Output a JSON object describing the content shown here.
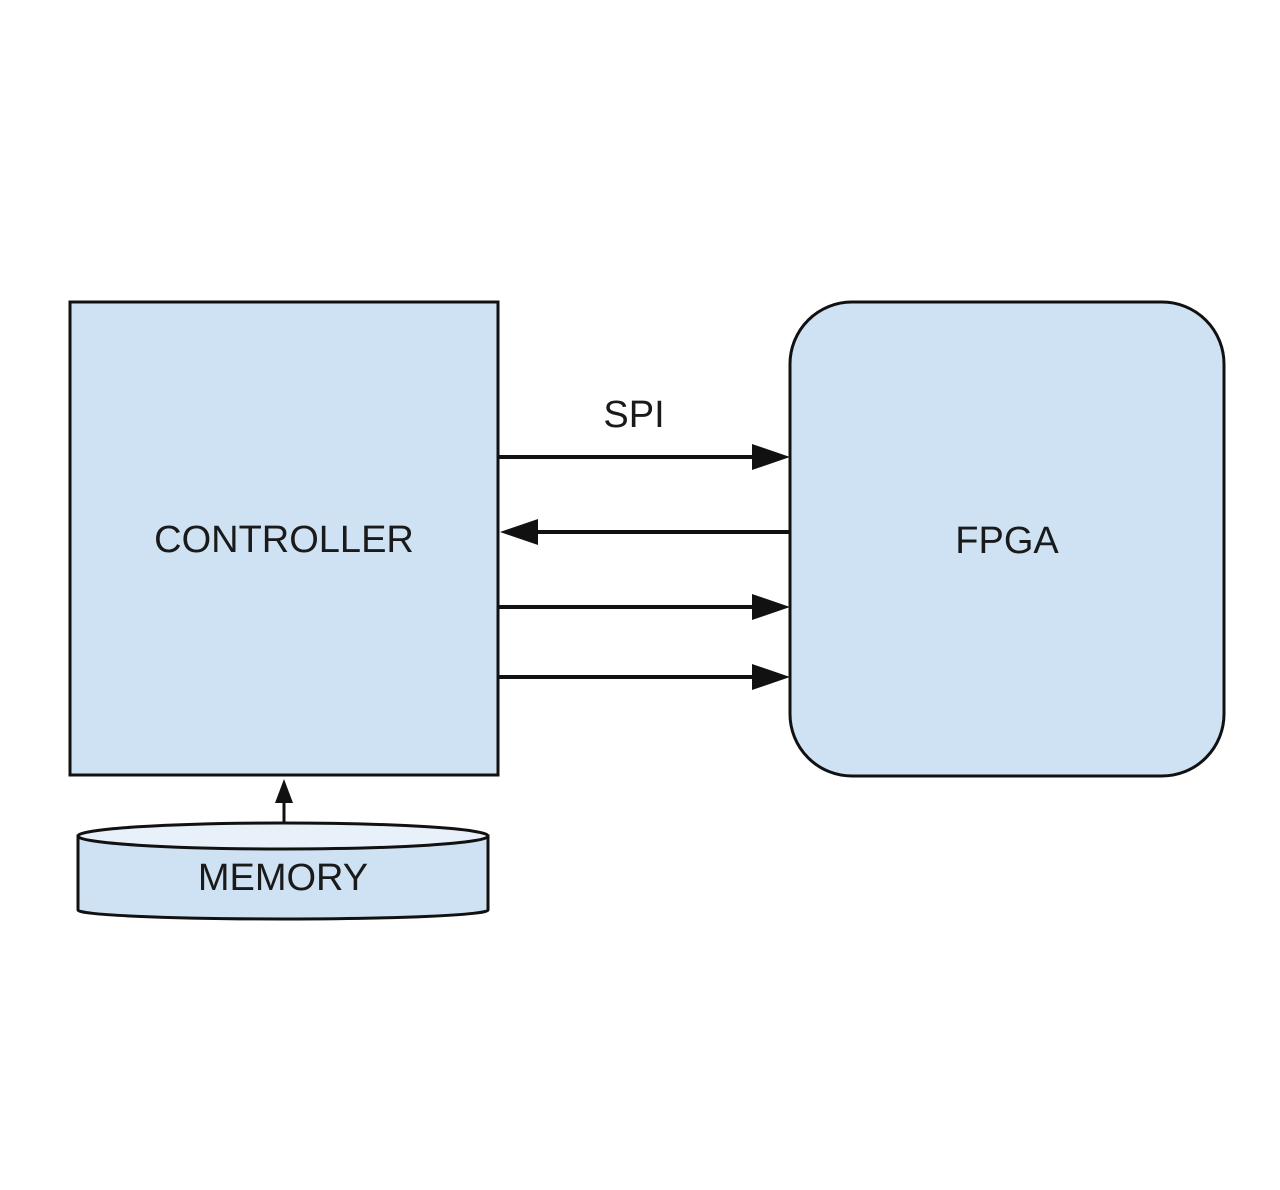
{
  "nodes": {
    "controller": {
      "label": "CONTROLLER"
    },
    "fpga": {
      "label": "FPGA"
    },
    "memory": {
      "label": "MEMORY"
    }
  },
  "bus": {
    "label": "SPI"
  },
  "colors": {
    "box_fill": "#cfe2f3",
    "stroke": "#111111",
    "memory_top_fill": "#e8f1fa"
  }
}
